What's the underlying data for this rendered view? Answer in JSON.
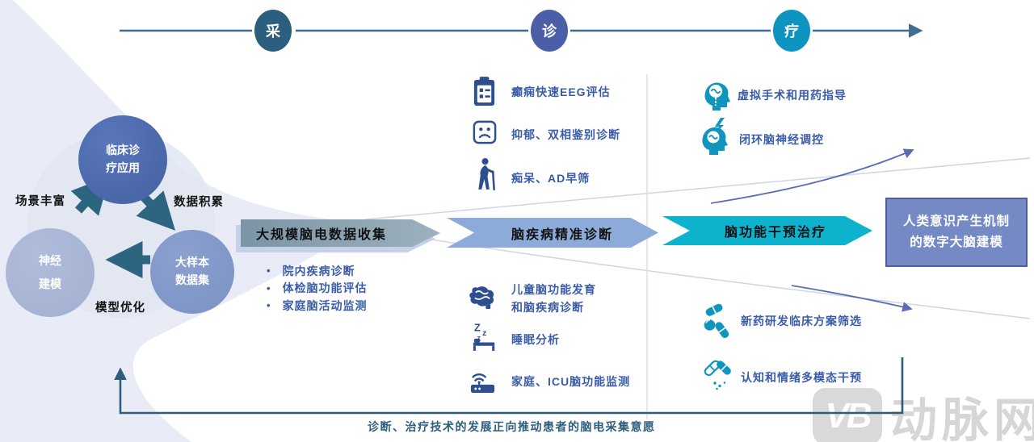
{
  "timeline": {
    "stages": [
      {
        "label": "采"
      },
      {
        "label": "诊"
      },
      {
        "label": "疗"
      }
    ]
  },
  "cycle": {
    "circles": [
      {
        "line1": "临床诊",
        "line2": "疗应用"
      },
      {
        "line1": "大样本",
        "line2": "数据集"
      },
      {
        "line1": "神经",
        "line2": "建模"
      }
    ],
    "labels": {
      "left": "场景丰富",
      "right": "数据积累",
      "bottom": "模型优化"
    }
  },
  "banners": [
    {
      "label": "大规模脑电数据收集",
      "color": "#8aa2b2"
    },
    {
      "label": "脑疾病精准诊断",
      "color": "#8cabd9"
    },
    {
      "label": "脑功能干预治疗",
      "color": "#0db3cd"
    }
  ],
  "goal_box": {
    "line1": "人类意识产生机制",
    "line2": "的数字大脑建模"
  },
  "collection": {
    "bullets": [
      "院内疾病诊断",
      "体检脑功能评估",
      "家庭脑活动监测"
    ]
  },
  "diagnosis": {
    "items": [
      {
        "icon": "clipboard-eeg-icon",
        "label": "癫痫快速EEG评估"
      },
      {
        "icon": "sad-face-icon",
        "label": "抑郁、双相鉴别诊断"
      },
      {
        "icon": "elderly-cane-icon",
        "label": "痴呆、AD早筛"
      },
      {
        "icon": "brain-icon",
        "label1": "儿童脑功能发育",
        "label2": "和脑疾病诊断"
      },
      {
        "icon": "sleep-bed-icon",
        "label": "睡眠分析"
      },
      {
        "icon": "monitor-device-icon",
        "label": "家庭、ICU脑功能监测"
      }
    ]
  },
  "treatment": {
    "items": [
      {
        "icon": "head-brain-icon",
        "label": "虚拟手术和用药指导"
      },
      {
        "icon": "head-bolt-icon",
        "label": "闭环脑神经调控"
      },
      {
        "icon": "pills-icon",
        "label": "新药研发临床方案筛选"
      },
      {
        "icon": "capsules-icon",
        "label": "认知和情绪多模态干预"
      }
    ]
  },
  "caption": "诊断、治疗技术的发展正向推动患者的脑电采集意愿",
  "watermark": {
    "logo": "VB",
    "text": "动脉网"
  },
  "colors": {
    "stage_collect": "#2c5e7d",
    "stage_diagnose": "#4a5fa8",
    "stage_treat": "#0e94c0",
    "timeline_line": "#3f6d92",
    "cycle_arrow": "#2d6480",
    "item_text": "#3a5ca8",
    "diag_icon": "#2e4f8f",
    "treat_icon": "#1095bd",
    "goal_box_fill": "#7589c4",
    "loop_line": "#2d5e7c",
    "blob_fill": "#e9ecf6"
  }
}
